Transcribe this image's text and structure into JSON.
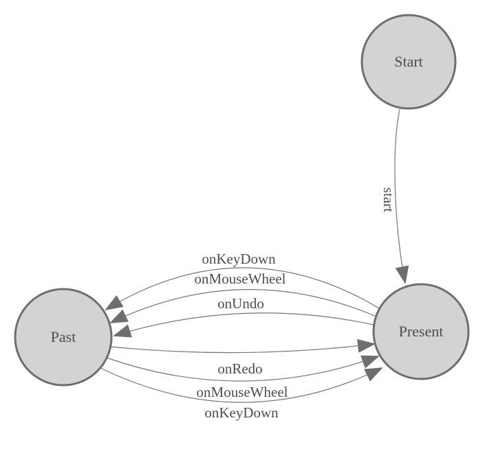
{
  "diagram": {
    "type": "state-machine",
    "colors": {
      "background": "#ffffff",
      "node_fill": "#d3d3d3",
      "node_stroke": "#6e6e6e",
      "edge_stroke": "#757575",
      "arrow_fill": "#6e6e6e",
      "label_color": "#4d4d4d"
    },
    "nodes": [
      {
        "id": "start",
        "label": "Start"
      },
      {
        "id": "present",
        "label": "Present"
      },
      {
        "id": "past",
        "label": "Past"
      }
    ],
    "edges": [
      {
        "from": "start",
        "to": "present",
        "label": "start"
      },
      {
        "from": "present",
        "to": "past",
        "label": "onKeyDown"
      },
      {
        "from": "present",
        "to": "past",
        "label": "onMouseWheel"
      },
      {
        "from": "present",
        "to": "past",
        "label": "onUndo"
      },
      {
        "from": "past",
        "to": "present",
        "label": "onRedo"
      },
      {
        "from": "past",
        "to": "present",
        "label": "onMouseWheel"
      },
      {
        "from": "past",
        "to": "present",
        "label": "onKeyDown"
      }
    ]
  }
}
